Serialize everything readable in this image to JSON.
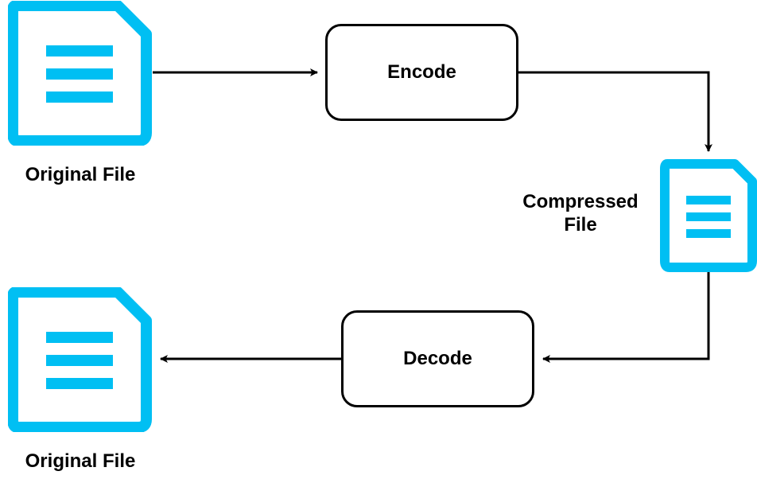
{
  "colors": {
    "file_icon": "#00BFF3",
    "stroke": "#000000",
    "background": "#FFFFFF"
  },
  "nodes": {
    "original_file_top": {
      "label": "Original File",
      "icon": "document-icon"
    },
    "encode": {
      "label": "Encode"
    },
    "compressed_file": {
      "label_line1": "Compressed",
      "label_line2": "File",
      "icon": "document-icon"
    },
    "decode": {
      "label": "Decode"
    },
    "original_file_bottom": {
      "label": "Original File",
      "icon": "document-icon"
    }
  },
  "edges": [
    {
      "from": "original_file_top",
      "to": "encode"
    },
    {
      "from": "encode",
      "to": "compressed_file"
    },
    {
      "from": "compressed_file",
      "to": "decode"
    },
    {
      "from": "decode",
      "to": "original_file_bottom"
    }
  ]
}
